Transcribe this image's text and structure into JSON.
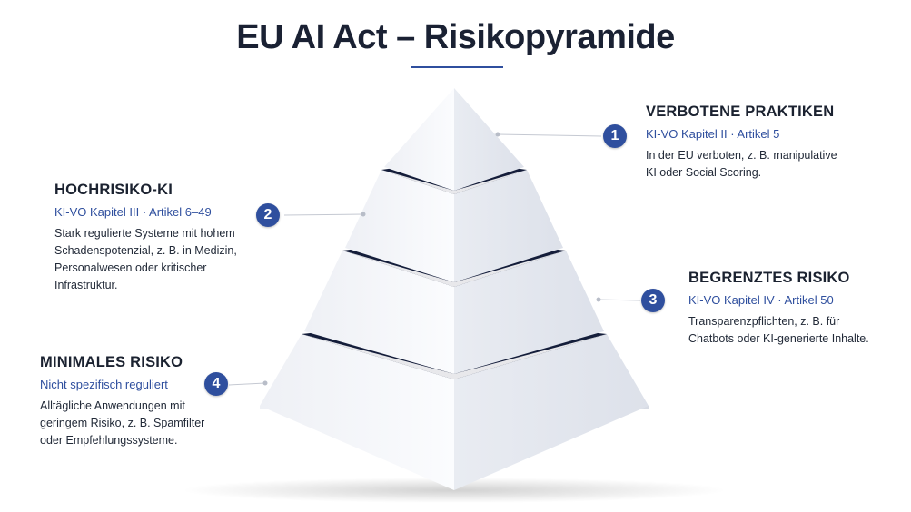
{
  "title": "EU AI Act – Risikopyramide",
  "colors": {
    "accent": "#2f4f9e",
    "dark_band": "#141d3a",
    "pyramid_left": "#f6f7fb",
    "pyramid_right": "#e6e9f0"
  },
  "tiers": [
    {
      "number": "1",
      "heading": "VERBOTENE PRAKTIKEN",
      "subtitle": "KI-VO Kapitel II · Artikel 5",
      "description": [
        "In der EU verboten, z. B. manipulative",
        "KI oder Social Scoring."
      ]
    },
    {
      "number": "2",
      "heading": "HOCHRISIKO-KI",
      "subtitle": "KI-VO Kapitel III · Artikel 6–49",
      "description": [
        "Stark regulierte Systeme mit hohem",
        "Schadenspotenzial, z. B. in Medizin,",
        "Personalwesen oder kritischer",
        "Infrastruktur."
      ]
    },
    {
      "number": "3",
      "heading": "BEGRENZTES RISIKO",
      "subtitle": "KI-VO Kapitel IV · Artikel 50",
      "description": [
        "Transparenzpflichten, z. B. für",
        "Chatbots oder KI-generierte Inhalte."
      ]
    },
    {
      "number": "4",
      "heading": "MINIMALES RISIKO",
      "subtitle": "Nicht spezifisch reguliert",
      "description": [
        "Alltägliche Anwendungen mit",
        "geringem Risiko, z. B. Spamfilter",
        "oder Empfehlungssysteme."
      ]
    }
  ]
}
